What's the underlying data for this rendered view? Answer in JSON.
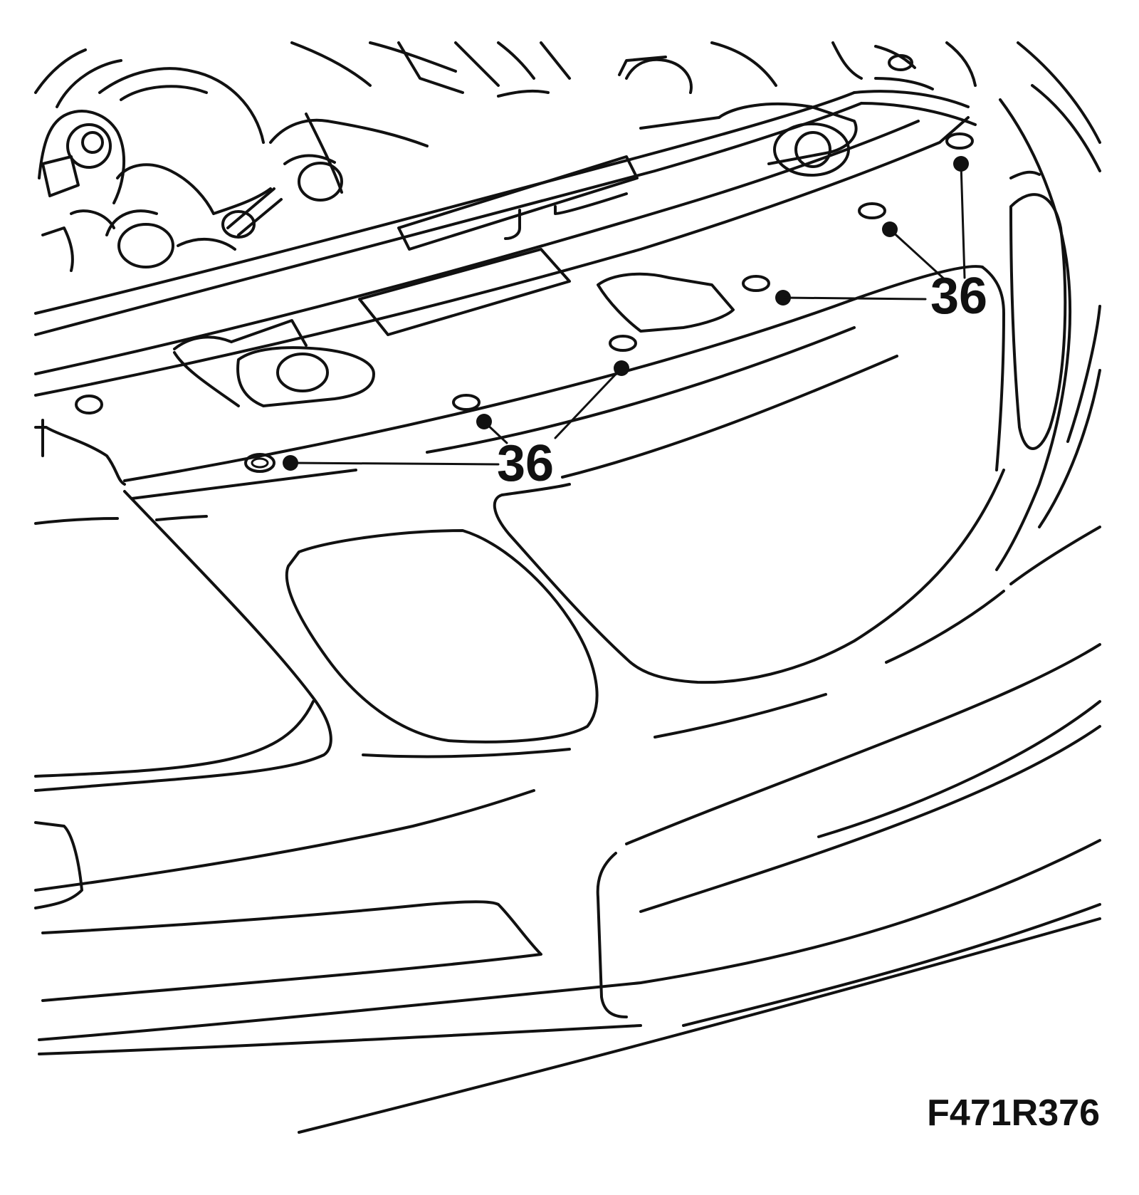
{
  "figure": {
    "callouts": [
      {
        "label": "36"
      },
      {
        "label": "36"
      }
    ],
    "figure_code": "F471R376",
    "line_color": "#111111",
    "background_color": "#ffffff"
  }
}
